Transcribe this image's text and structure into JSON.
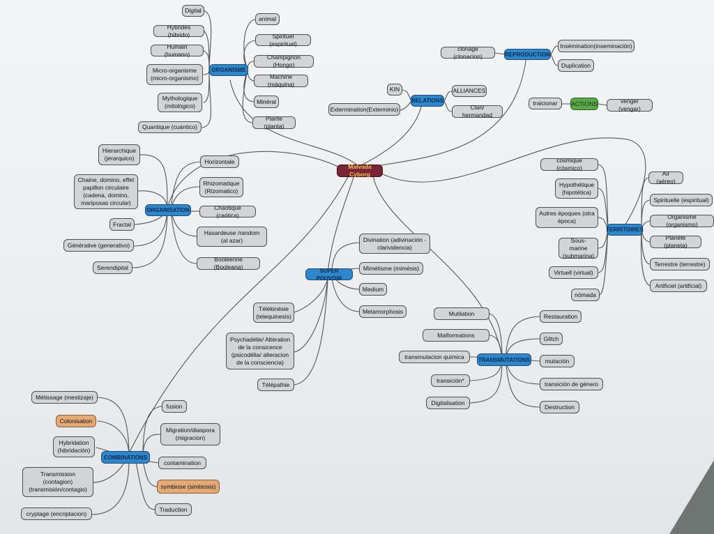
{
  "colors": {
    "hub": "#2f86c9",
    "root": "#7a2438",
    "root_text": "#f2c34b",
    "leaf": "#d2d4d6",
    "action": "#5aa84a",
    "highlight": "#e3aa78"
  },
  "root": {
    "label": "Malvada Cyborg"
  },
  "organisme": {
    "label": "ORGANISME",
    "left": [
      "Digital",
      "Hybrides (hibrido)",
      "Humain (humano)",
      "Micro-organisme (micro-organismo)",
      "Mythologique (mitológico)",
      "Quantique (cuántico)"
    ],
    "right": [
      "animal",
      "Spirituel (espiritual)",
      "Champignon (Hongo)",
      "Machine (máquina)",
      "Minéral",
      "Plante (planta)"
    ]
  },
  "reproduction": {
    "label": "REPRODUCTION",
    "left": [
      "clonage (clonacion)"
    ],
    "right": [
      "Insémination(inseminación)",
      "Duplication"
    ]
  },
  "relations": {
    "label": "RELATIONS",
    "left": [
      "KIN",
      "Extermination(Exterminio)"
    ],
    "right": [
      "ALLIANCES",
      "Clan/ hermandad"
    ]
  },
  "actions": {
    "label": "ACTIONS",
    "left": [
      "traicionar"
    ],
    "right": [
      "venger (vengar)"
    ]
  },
  "organisation": {
    "label": "ORGANISATION",
    "left": [
      "Hierarchique (jerarquico)",
      "Chaine, domino, effet papillon circulaire (cadena, domino, mariposas circular)",
      "Fractal",
      "Générative (generativo)",
      "Serendipital"
    ],
    "right": [
      "Horizontale",
      "Rhizomatique (Rizomatico)",
      "Chaotique (caótica)",
      "Hasardeuse /random (al azar)",
      "Booléenne (Booleana)"
    ]
  },
  "territoires": {
    "label": "TERRITOIRES",
    "left": [
      "cosmique (cósmico)",
      "Hypothétique (hipotética)",
      "Autres époques (otra época)",
      "Sous-marine (submarina)",
      "Virtuell (virtual)",
      "nómada"
    ],
    "right": [
      "Air (aéreo)",
      "Spirituelle (espiritual)",
      "Organisme (organismo)",
      "Planète (planeta)",
      "Terrestre (terrestre)",
      "Artificiel (artificial)"
    ]
  },
  "super_pouvoir": {
    "label": "SUPER POUVOIR",
    "right": [
      "Divination (adivinación - clarividencia)",
      "Mimétisme (mimésis)",
      "Medium",
      "Metamorphosis"
    ],
    "left": [
      "Télékinésie (telequinesis)",
      "Psychadélie/ Altération de la consicence (psicodélia/ alteracion de la consciencia)",
      "Télépathie"
    ]
  },
  "transmutations": {
    "label": "TRANSMUTATIONS",
    "left": [
      "Mutilation",
      "Malformations",
      "transmutacion química",
      "transición*",
      "Digitalisation"
    ],
    "right": [
      "Restauration",
      "Glitch",
      "mutación",
      "transición de género",
      "Destruction"
    ]
  },
  "combinations": {
    "label": "COMBINATIONS",
    "left": [
      "Métissage (mestizaje)",
      "Colonisation",
      "Hybridation (hibridación)",
      "Transmission (contagion) (transmisión/contagio)",
      "cryptage (encriptacion)"
    ],
    "right": [
      "fusion",
      "Migration/diaspora (migracion)",
      "contamination",
      "symbiose (simbiosis)",
      "Traduction"
    ]
  }
}
